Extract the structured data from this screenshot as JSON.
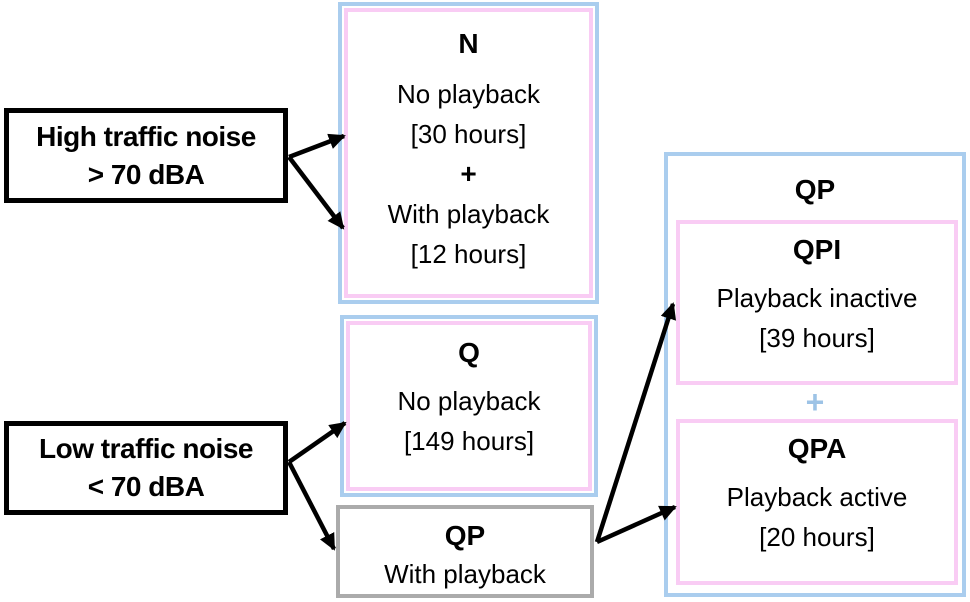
{
  "diagram": {
    "high_noise": {
      "line1": "High traffic noise",
      "line2": "> 70 dBA"
    },
    "low_noise": {
      "line1": "Low traffic noise",
      "line2": "< 70 dBA"
    },
    "n_box": {
      "title": "N",
      "line1": "No playback",
      "line2": "[30 hours]",
      "plus": "+",
      "line3": "With playback",
      "line4": "[12 hours]"
    },
    "q_box": {
      "title": "Q",
      "line1": "No playback",
      "line2": "[149 hours]"
    },
    "qp_box": {
      "title": "QP",
      "line1": "With playback"
    },
    "qp_group": {
      "title": "QP",
      "plus": "+"
    },
    "qpi_box": {
      "title": "QPI",
      "line1": "Playback inactive",
      "line2": "[39 hours]"
    },
    "qpa_box": {
      "title": "QPA",
      "line1": "Playback active",
      "line2": "[20 hours]"
    }
  },
  "colors": {
    "blue_border": "#aacdee",
    "pink_border": "#f9ccf4",
    "gray_border": "#ababab",
    "black": "#000000",
    "plus_blue": "#9dc3e6",
    "arrow": "#000000"
  }
}
